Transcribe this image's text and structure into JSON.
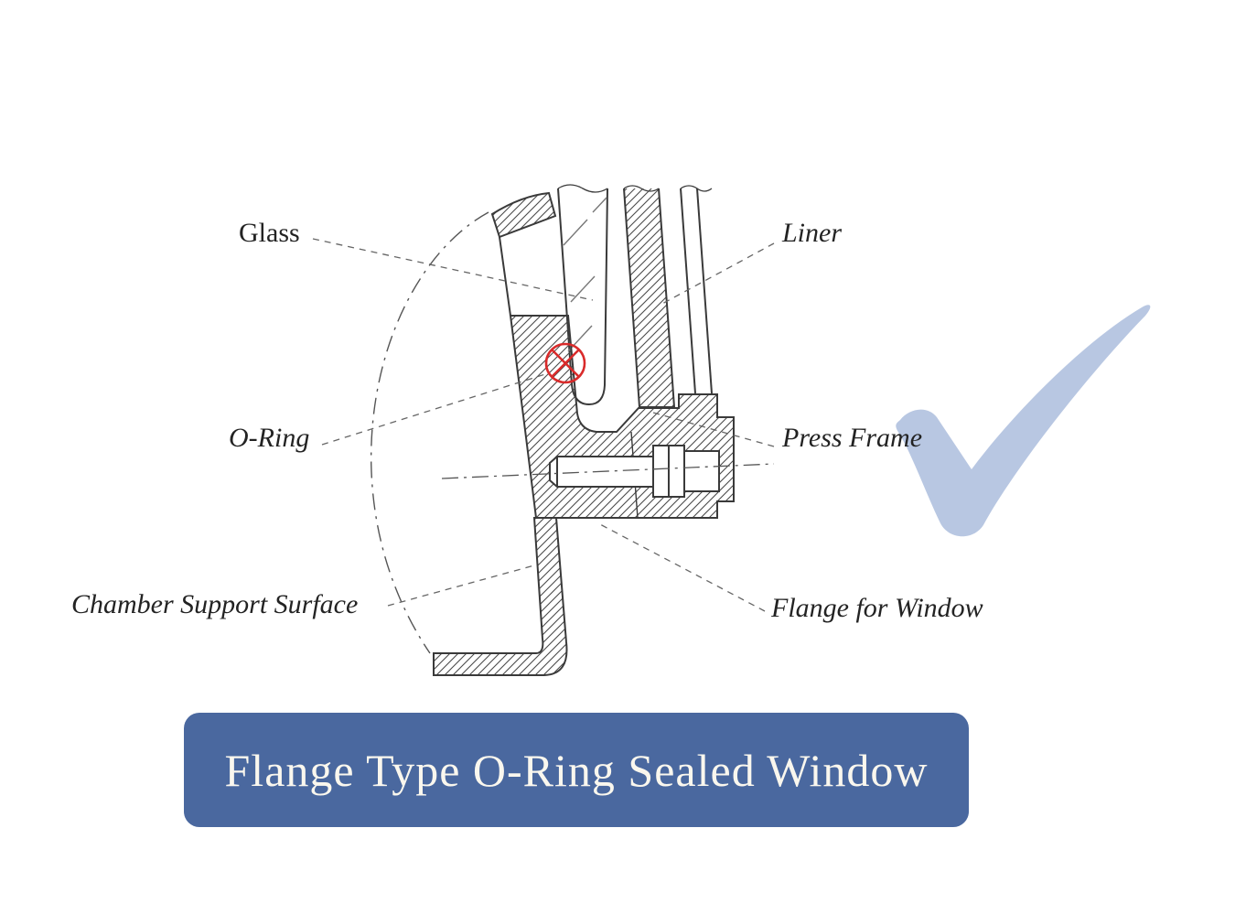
{
  "labels": {
    "glass": "Glass",
    "liner": "Liner",
    "o_ring": "O-Ring",
    "press_frame": "Press Frame",
    "chamber_support_surface": "Chamber Support Surface",
    "flange_for_window": "Flange for Window"
  },
  "banner": {
    "title": "Flange Type O-Ring Sealed Window",
    "background": "#4a689f",
    "text_color": "#faf7ee"
  },
  "colors": {
    "background": "#ffffff",
    "drawing_line": "#3a3a3a",
    "leader_line": "#666666",
    "o_ring_marker": "#d92b2b",
    "checkmark": "#b8c7e2"
  },
  "icons": {
    "checkmark": "checkmark-icon",
    "o_ring_symbol": "o-ring-marker"
  }
}
